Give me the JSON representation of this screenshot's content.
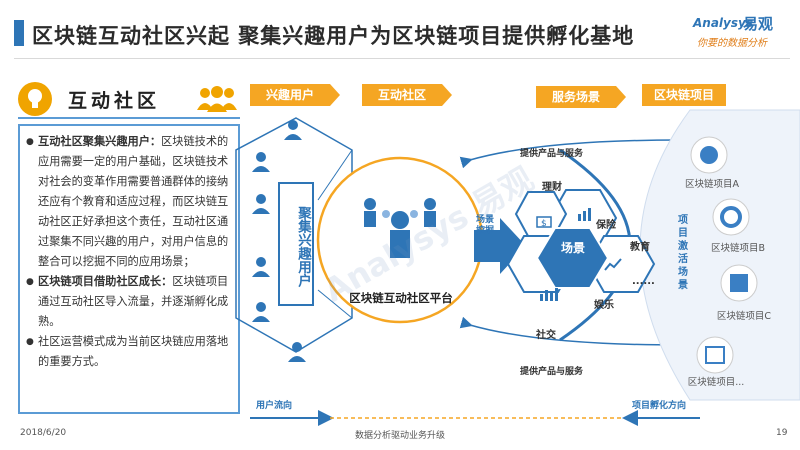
{
  "header": {
    "title": "区块链互动社区兴起  聚集兴趣用户为区块链项目提供孵化基地",
    "logo_en": "Analysys",
    "logo_cn": "易观",
    "logo_sub": "你要的数据分析"
  },
  "section": {
    "title": "互动社区"
  },
  "text_box": {
    "p1_bold": "互动社区聚集兴趣用户：",
    "p1_text": "区块链技术的应用需要一定的用户基础，区块链技术对社会的变革作用需要普通群体的接纳还应有个教育和适应过程，而区块链互动社区正好承担这个责任，互动社区通过聚集不同兴趣的用户，对用户信息的整合可以挖掘不同的应用场景；",
    "p2_bold": "区块链项目借助社区成长：",
    "p2_text": "区块链项目通过互动社区导入流量，并逐渐孵化成熟。",
    "p3_text": "社区运营模式成为当前区块链应用落地的重要方式。"
  },
  "tags": {
    "interest_users": "兴趣用户",
    "community": "互动社区",
    "service_scene": "服务场景",
    "projects": "区块链项目"
  },
  "vertical_box": "聚集兴趣用户",
  "platform_label": "区块链互动社区平台",
  "provide_top": "提供产品与服务",
  "provide_bottom": "提供产品与服务",
  "scene_mining": "场景挖掘",
  "scene_center": "场景",
  "scenes": [
    "理财",
    "保险",
    "教育",
    "娱乐",
    "社交",
    "......"
  ],
  "incubation_scene": "项目激活场景",
  "projects": [
    "区块链项目A",
    "区块链项目B",
    "区块链项目C",
    "区块链项目..."
  ],
  "flows": {
    "user_flow": "用户流向",
    "project_flow": "项目孵化方向"
  },
  "footer": {
    "date": "2018/6/20",
    "center": "数据分析驱动业务升级",
    "page": "19"
  },
  "watermark": "Analysys 易观",
  "colors": {
    "primary_blue": "#2e75b6",
    "orange": "#f5a623",
    "light_blue": "#5b9bd5",
    "icon_blue": "#3a7fc4"
  }
}
